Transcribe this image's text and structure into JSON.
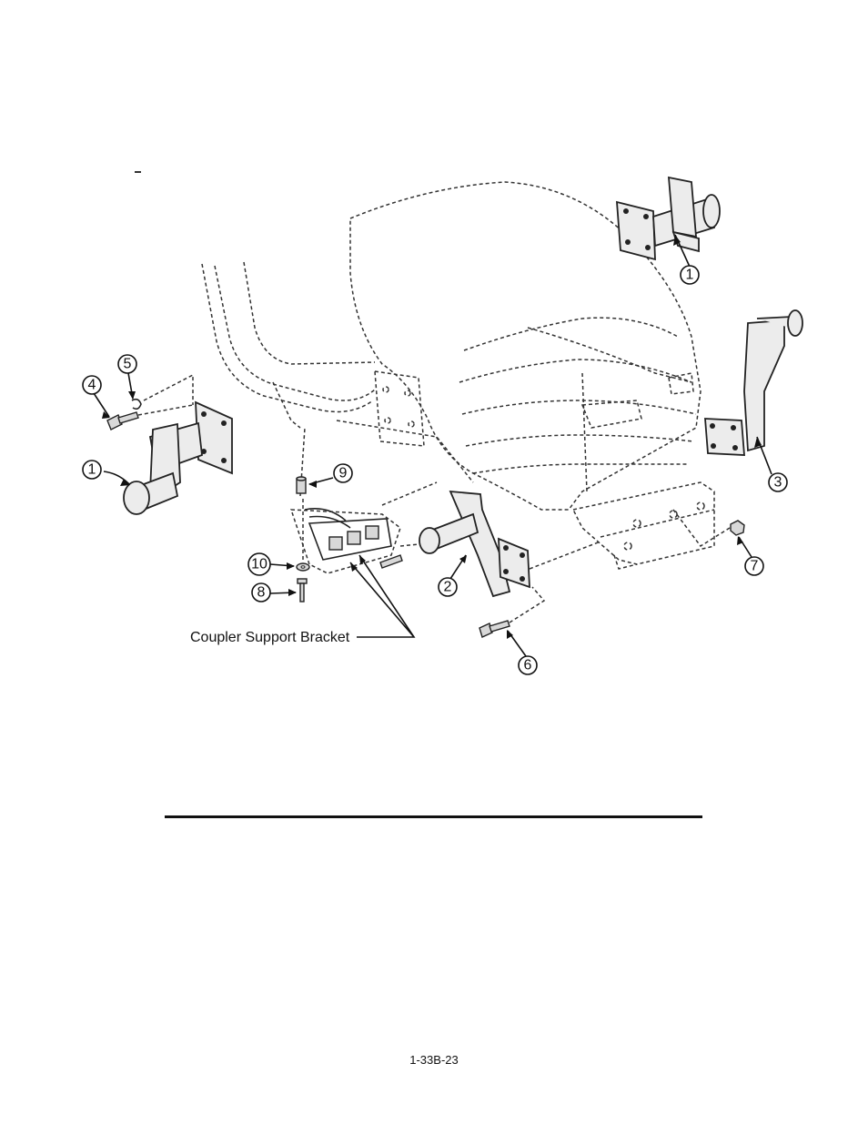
{
  "callouts": [
    {
      "id": "callout-1-top",
      "number": "1",
      "part": "hitch-pin-bracket"
    },
    {
      "id": "callout-1-left",
      "number": "1",
      "part": "hitch-pin-bracket"
    },
    {
      "id": "callout-2",
      "number": "2",
      "part": "left-arm-bracket"
    },
    {
      "id": "callout-3",
      "number": "3",
      "part": "right-arm-bracket"
    },
    {
      "id": "callout-4",
      "number": "4",
      "part": "bolt"
    },
    {
      "id": "callout-5",
      "number": "5",
      "part": "clip"
    },
    {
      "id": "callout-6",
      "number": "6",
      "part": "bolt"
    },
    {
      "id": "callout-7",
      "number": "7",
      "part": "nut"
    },
    {
      "id": "callout-8",
      "number": "8",
      "part": "bolt"
    },
    {
      "id": "callout-9",
      "number": "9",
      "part": "pin"
    },
    {
      "id": "callout-10",
      "number": "10",
      "part": "washer"
    }
  ],
  "label": {
    "coupler_support_bracket": "Coupler Support Bracket"
  },
  "footer": {
    "page_number": "1-33B-23"
  }
}
